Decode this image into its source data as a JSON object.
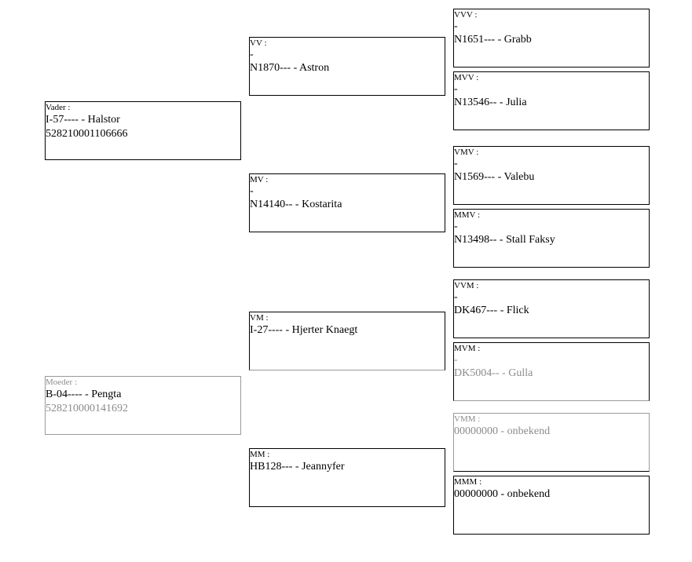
{
  "sire": {
    "label": "Vader :",
    "line1": "I-57---- - Halstor",
    "line2": "528210001106666"
  },
  "dam": {
    "label": "Moeder :",
    "line1": "B-04---- - Pengta",
    "line2": "528210000141692"
  },
  "vv": {
    "label": "VV :",
    "dash": "-",
    "line1": "N1870--- - Astron"
  },
  "mv": {
    "label": "MV :",
    "dash": "-",
    "line1": "N14140-- - Kostarita"
  },
  "vm": {
    "label": "VM :",
    "line1": "I-27---- - Hjerter Knaegt"
  },
  "mm": {
    "label": "MM :",
    "line1": "HB128--- - Jeannyfer"
  },
  "vvv": {
    "label": "VVV :",
    "dash": "-",
    "line1": "N1651--- - Grabb"
  },
  "mvv": {
    "label": "MVV :",
    "dash": "-",
    "line1": "N13546-- - Julia"
  },
  "vmv": {
    "label": "VMV :",
    "dash": "-",
    "line1": "N1569--- - Valebu"
  },
  "mmv": {
    "label": "MMV :",
    "dash": "-",
    "line1": "N13498-- - Stall Faksy"
  },
  "vvm": {
    "label": "VVM :",
    "dash": "-",
    "line1": "DK467--- - Flick"
  },
  "mvm": {
    "label": "MVM :",
    "dash": "-",
    "line1": "DK5004-- - Gulla"
  },
  "vmm": {
    "label": "VMM :",
    "line1": "00000000 - onbekend"
  },
  "mmm": {
    "label": "MMM :",
    "line1": "00000000 - onbekend"
  }
}
